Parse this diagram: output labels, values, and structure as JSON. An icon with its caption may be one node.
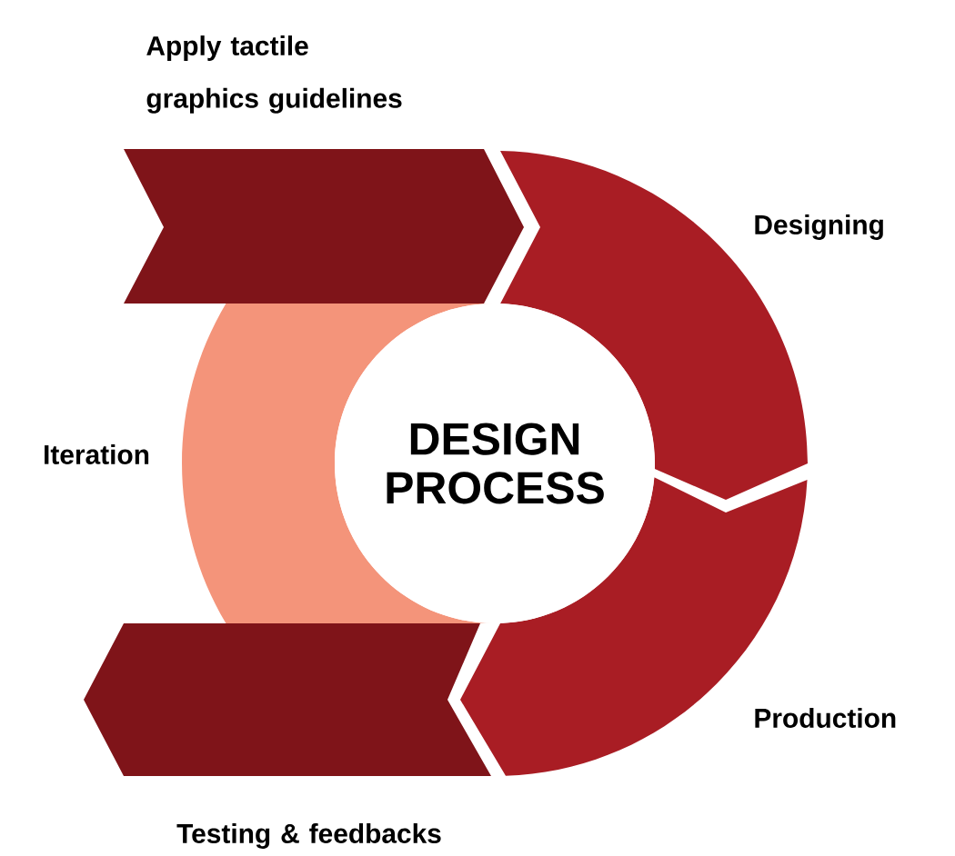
{
  "diagram": {
    "nodes": [
      {
        "text": [],
        "shape": "arrow",
        "beside": [
          "Apply tactile graphics guidelines"
        ]
      },
      {
        "text": [],
        "shape": "band",
        "beside": [
          "Designing"
        ]
      },
      {
        "text": [],
        "shape": "band",
        "beside": [
          "Iteration"
        ]
      },
      {
        "text": [
          "DESIGN PROCESS"
        ]
      },
      {
        "text": [],
        "shape": "band",
        "beside": [
          "Production"
        ]
      },
      {
        "text": [],
        "shape": "arrow",
        "beside": [
          "Testing & feedbacks"
        ]
      }
    ]
  }
}
